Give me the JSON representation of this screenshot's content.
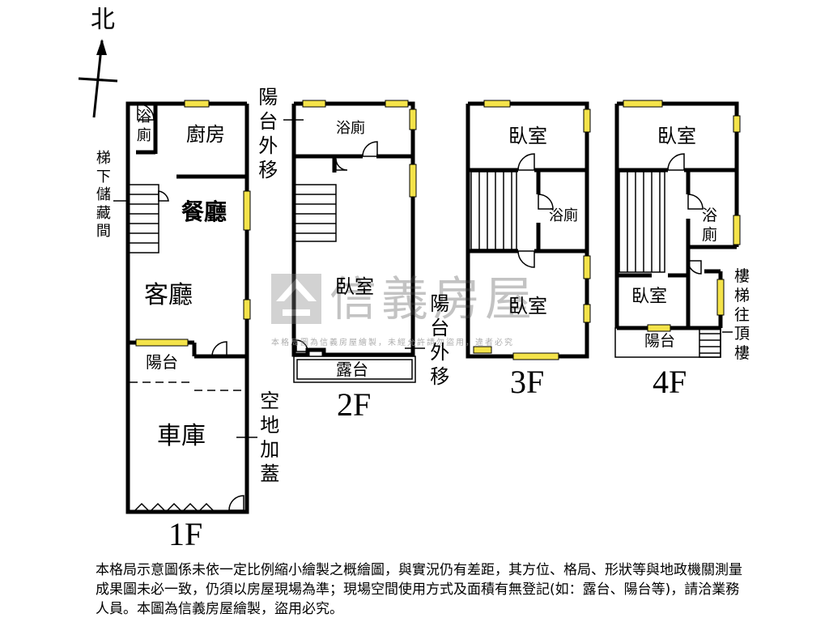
{
  "north": {
    "label": "北"
  },
  "floors": [
    {
      "id": "1F",
      "label": "1F",
      "rooms": [
        "浴廁",
        "廚房",
        "餐廳",
        "客廳",
        "陽台",
        "車庫"
      ],
      "notes": [
        "梯下儲藏間",
        "空地加蓋"
      ]
    },
    {
      "id": "2F",
      "label": "2F",
      "rooms": [
        "浴廁",
        "臥室",
        "露台"
      ],
      "notes": [
        "陽台外移",
        "陽台外移"
      ]
    },
    {
      "id": "3F",
      "label": "3F",
      "rooms": [
        "臥室",
        "浴廁",
        "臥室"
      ]
    },
    {
      "id": "4F",
      "label": "4F",
      "rooms": [
        "臥室",
        "浴廁",
        "臥室",
        "陽台"
      ],
      "notes": [
        "樓梯往頂樓"
      ]
    }
  ],
  "watermark": {
    "brand": "信義房屋",
    "notice": "本格局圖為信義房屋繪製，未經允許請勿盜用，違者必究"
  },
  "disclaimer": "本格局示意圖係未依一定比例縮小繪製之概繪圖，與實況仍有差距，其方位、格局、形狀等與地政機關測量成果圖未必一致，仍須以房屋現場為準；現場空間使用方式及面積有無登記(如：露台、陽台等)，請洽業務人員。本圖為信義房屋繪製，盜用必究。",
  "colors": {
    "wall": "#000000",
    "window": "#f4e34a",
    "watermark": "#808080"
  }
}
